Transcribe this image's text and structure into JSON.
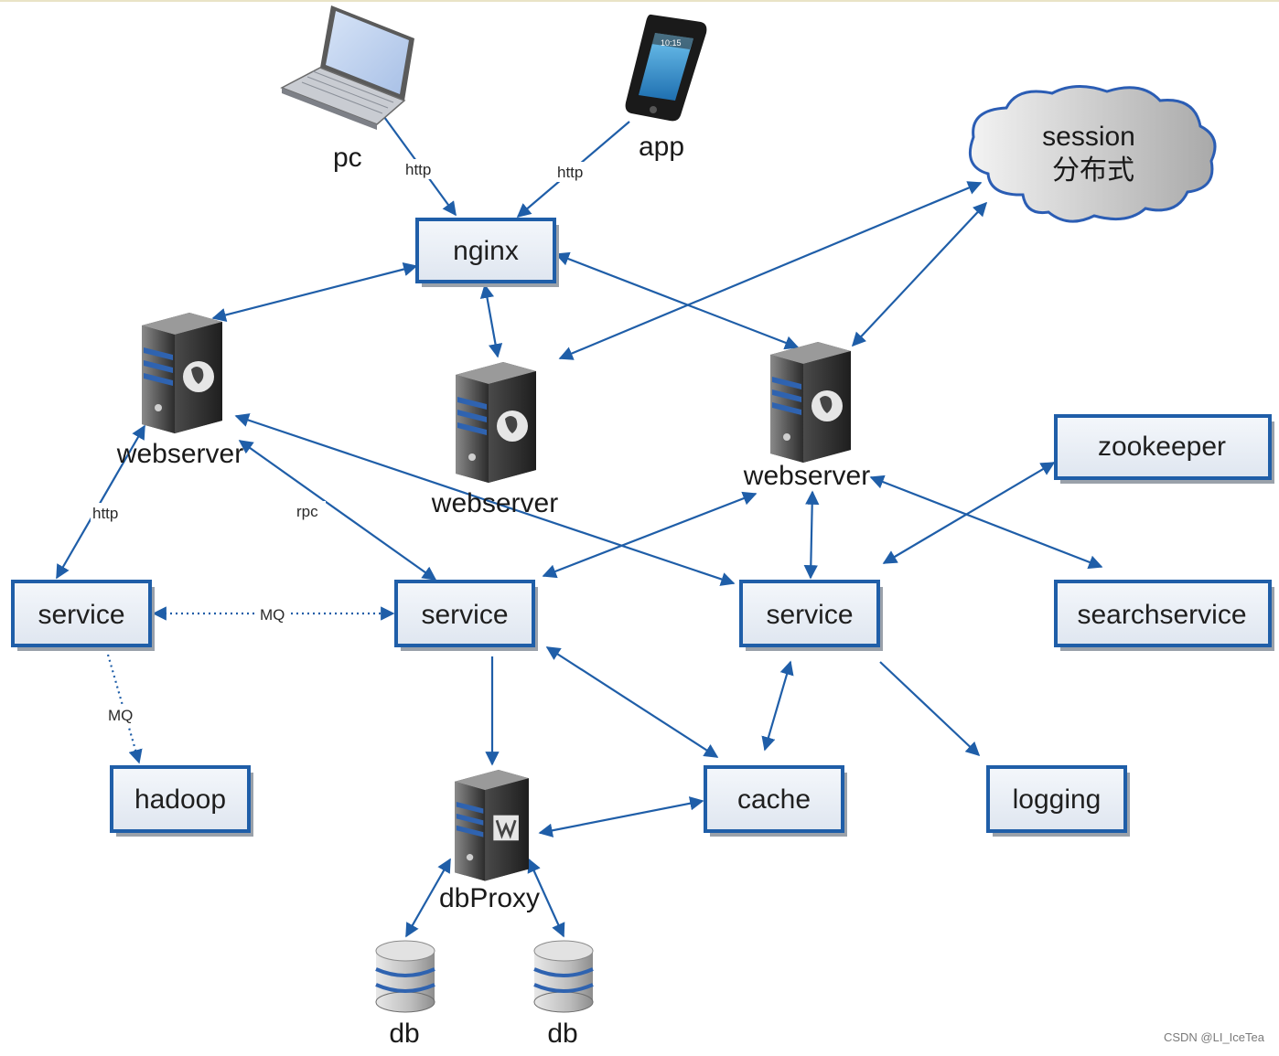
{
  "colors": {
    "edge": "#1f5ea8",
    "box_border": "#1f5ea8",
    "box_fill": "#e9eef6",
    "box_shadow": "#9aa1aa",
    "server_dark": "#3a3a3a",
    "server_mid": "#6b6b6b",
    "server_stripe": "#2f63b0"
  },
  "boxes": {
    "nginx": "nginx",
    "zookeeper": "zookeeper",
    "service_left": "service",
    "service_mid": "service",
    "service_right": "service",
    "searchservice": "searchservice",
    "hadoop": "hadoop",
    "cache": "cache",
    "logging": "logging"
  },
  "clients": {
    "pc": "pc",
    "app": "app",
    "phone_time": "10:15"
  },
  "cloud": {
    "line1": "session",
    "line2": "分布式"
  },
  "servers": {
    "webserver_left": "webserver",
    "webserver_mid": "webserver",
    "webserver_right": "webserver",
    "dbproxy": "dbProxy"
  },
  "databases": {
    "db_left": "db",
    "db_right": "db"
  },
  "edge_labels": {
    "pc_nginx": "http",
    "app_nginx": "http",
    "ws_service_left": "http",
    "ws_service_mid": "rpc",
    "mq_horizontal": "MQ",
    "mq_vertical": "MQ"
  },
  "icons": [
    "laptop-icon",
    "phone-icon",
    "cloud-icon",
    "server-icon",
    "database-icon"
  ],
  "watermark": "CSDN @LI_IceTea"
}
